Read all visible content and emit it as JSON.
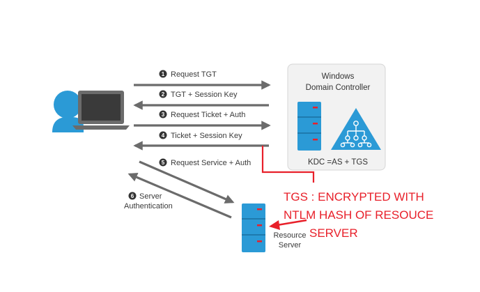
{
  "domain_controller": {
    "title_line1": "Windows",
    "title_line2": "Domain Controller",
    "kdc_label": "KDC =AS + TGS"
  },
  "resource_server": {
    "label_line1": "Resource",
    "label_line2": "Server"
  },
  "steps": [
    {
      "num": "1",
      "label": "Request TGT"
    },
    {
      "num": "2",
      "label": "TGT + Session Key"
    },
    {
      "num": "3",
      "label": "Request Ticket + Auth"
    },
    {
      "num": "4",
      "label": "Ticket + Session Key"
    },
    {
      "num": "5",
      "label": "Request Service + Auth"
    },
    {
      "num": "6",
      "label_line1": "Server",
      "label_line2": "Authentication"
    }
  ],
  "annotation": {
    "line1": "TGS : ENCRYPTED WITH",
    "line2": "NTLM HASH OF RESOUCE",
    "line3": "SERVER"
  },
  "colors": {
    "accent_blue": "#2b9ad6",
    "arrow_gray": "#6b6b6b",
    "annotation_red": "#e8202a",
    "dc_panel": "#f2f2f2"
  },
  "icons": [
    "user-icon",
    "laptop-icon",
    "server-icon",
    "network-tree-icon"
  ]
}
